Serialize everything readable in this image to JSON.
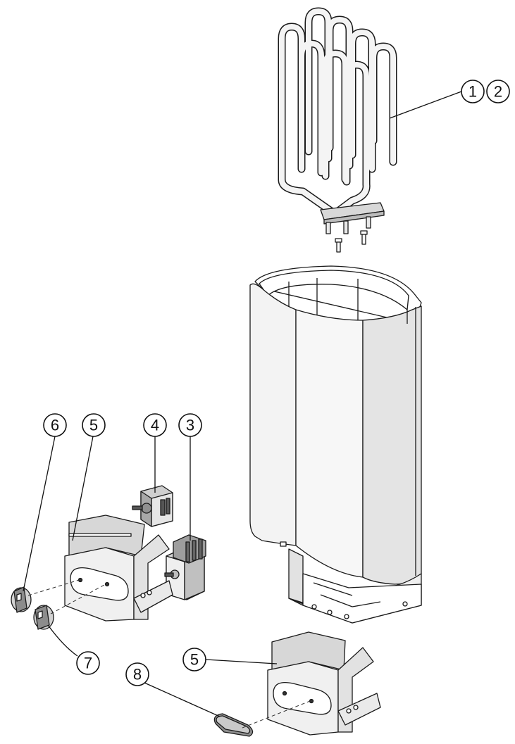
{
  "diagram": {
    "callouts": [
      {
        "id": "c1",
        "label": "1"
      },
      {
        "id": "c2",
        "label": "2"
      },
      {
        "id": "c3",
        "label": "3"
      },
      {
        "id": "c4",
        "label": "4"
      },
      {
        "id": "c5a",
        "label": "5"
      },
      {
        "id": "c6",
        "label": "6"
      },
      {
        "id": "c5b",
        "label": "5"
      },
      {
        "id": "c7",
        "label": "7"
      },
      {
        "id": "c8",
        "label": "8"
      }
    ],
    "parts": [
      {
        "name": "heating-elements",
        "callouts": [
          "1",
          "2"
        ]
      },
      {
        "name": "heater-body-casing",
        "callouts": []
      },
      {
        "name": "contactor",
        "callouts": [
          "3"
        ]
      },
      {
        "name": "timer-switch",
        "callouts": [
          "4"
        ]
      },
      {
        "name": "control-box",
        "callouts": [
          "5"
        ]
      },
      {
        "name": "knob",
        "callouts": [
          "6"
        ]
      },
      {
        "name": "knob",
        "callouts": [
          "7"
        ]
      },
      {
        "name": "control-panel-cover",
        "callouts": [
          "8"
        ]
      }
    ],
    "colors": {
      "line": "#1a1a1a",
      "fill_light": "#f2f2f2",
      "fill_mid": "#dcdcdc",
      "fill_dark": "#b8b8b8"
    }
  }
}
